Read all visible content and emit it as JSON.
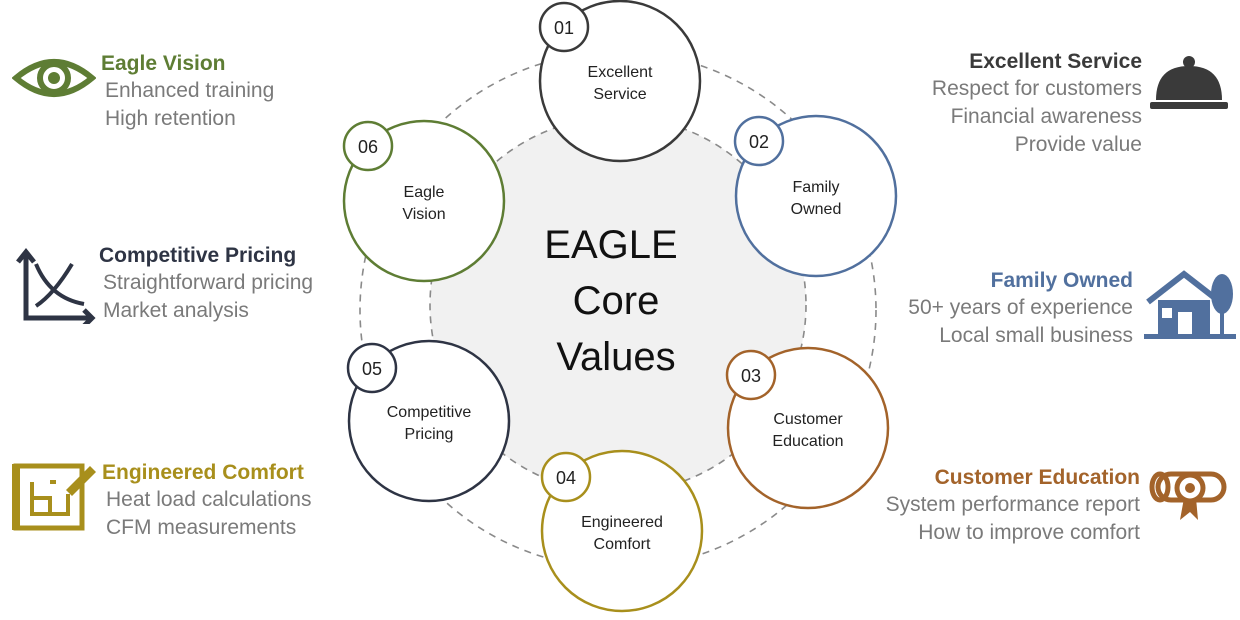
{
  "center": {
    "lines": [
      "EAGLE",
      "Core",
      "Values"
    ]
  },
  "circles": [
    {
      "num": "01",
      "label_lines": [
        "Excellent",
        "Service"
      ],
      "color": "#3a3a3a"
    },
    {
      "num": "02",
      "label_lines": [
        "Family",
        "Owned"
      ],
      "color": "#51709e"
    },
    {
      "num": "03",
      "label_lines": [
        "Customer",
        "Education"
      ],
      "color": "#a3632a"
    },
    {
      "num": "04",
      "label_lines": [
        "Engineered",
        "Comfort"
      ],
      "color": "#a88f1c"
    },
    {
      "num": "05",
      "label_lines": [
        "Competitive",
        "Pricing"
      ],
      "color": "#2e3444"
    },
    {
      "num": "06",
      "label_lines": [
        "Eagle",
        "Vision"
      ],
      "color": "#5e7d34"
    }
  ],
  "left_blocks": [
    {
      "title": "Eagle Vision",
      "lines": [
        "Enhanced training",
        "High retention"
      ],
      "color": "#5e7d34",
      "icon": "eye-icon"
    },
    {
      "title": "Competitive Pricing",
      "lines": [
        "Straightforward pricing",
        "Market analysis"
      ],
      "color": "#2e3444",
      "icon": "price-chart-icon"
    },
    {
      "title": "Engineered Comfort",
      "lines": [
        "Heat load calculations",
        "CFM measurements"
      ],
      "color": "#a88f1c",
      "icon": "blueprint-icon"
    }
  ],
  "right_blocks": [
    {
      "title": "Excellent Service",
      "lines": [
        "Respect for customers",
        "Financial awareness",
        "Provide value"
      ],
      "color": "#3a3a3a",
      "icon": "service-bell-icon"
    },
    {
      "title": "Family Owned",
      "lines": [
        "50+ years of experience",
        "Local small business"
      ],
      "color": "#51709e",
      "icon": "house-icon"
    },
    {
      "title": "Customer Education",
      "lines": [
        "System performance report",
        "How to improve comfort"
      ],
      "color": "#a3632a",
      "icon": "diploma-icon"
    }
  ]
}
